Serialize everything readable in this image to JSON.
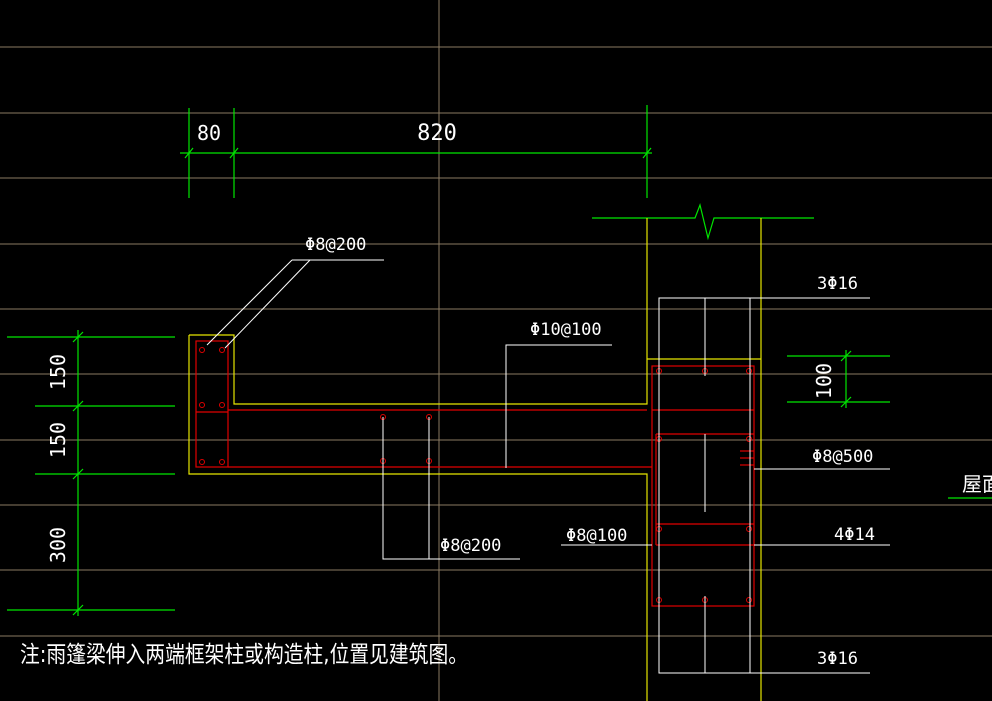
{
  "colors": {
    "background": "#000000",
    "grid": "#8a7a62",
    "dimension": "#00e600",
    "concrete": "#e6e600",
    "rebar": "#e00000",
    "leader": "#ffffff",
    "text": "#ffffff"
  },
  "dimensions": {
    "top_left": "80",
    "top_main": "820",
    "left_upper": "150",
    "left_middle": "150",
    "left_lower": "300",
    "right_column": "100"
  },
  "rebar_labels": {
    "stirrup_cantilever_top": "Φ8@200",
    "main_bar_slab": "Φ10@100",
    "stirrup_slab_bottom": "Φ8@200",
    "column_top_bars": "3Φ16",
    "column_tie_spacing": "Φ8@500",
    "beam_stirrup": "Φ8@100",
    "beam_bottom_bars": "4Φ14",
    "column_bottom_bars": "3Φ16"
  },
  "side_label": "屋面",
  "note": "注:雨篷梁伸入两端框架柱或构造柱,位置见建筑图。"
}
